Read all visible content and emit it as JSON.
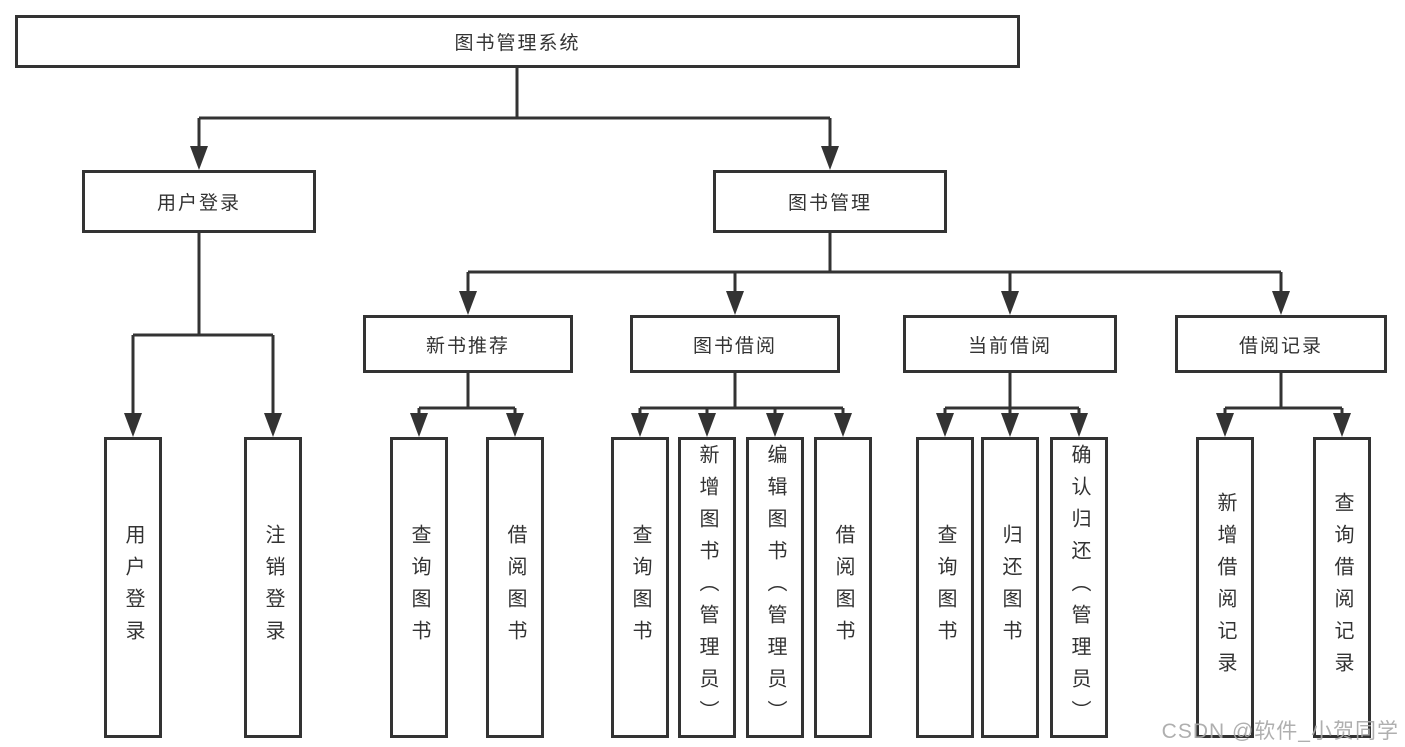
{
  "tree": {
    "root": {
      "label": "图书管理系统",
      "children": [
        {
          "label": "用户登录",
          "children": [
            {
              "label": "用户登录"
            },
            {
              "label": "注销登录"
            }
          ]
        },
        {
          "label": "图书管理",
          "children": [
            {
              "label": "新书推荐",
              "children": [
                {
                  "label": "查询图书"
                },
                {
                  "label": "借阅图书"
                }
              ]
            },
            {
              "label": "图书借阅",
              "children": [
                {
                  "label": "查询图书"
                },
                {
                  "label": "新增图书（管理员）"
                },
                {
                  "label": "编辑图书（管理员）"
                },
                {
                  "label": "借阅图书"
                }
              ]
            },
            {
              "label": "当前借阅",
              "children": [
                {
                  "label": "查询图书"
                },
                {
                  "label": "归还图书"
                },
                {
                  "label": "确认归还（管理员）"
                }
              ]
            },
            {
              "label": "借阅记录",
              "children": [
                {
                  "label": "新增借阅记录"
                },
                {
                  "label": "查询借阅记录"
                }
              ]
            }
          ]
        }
      ]
    }
  },
  "watermark": {
    "text": "CSDN @软件_小贺同学"
  },
  "colors": {
    "line": "#333333",
    "box_border": "#333333",
    "text": "#333333",
    "watermark": "#a8a8a8",
    "background": "#ffffff"
  }
}
